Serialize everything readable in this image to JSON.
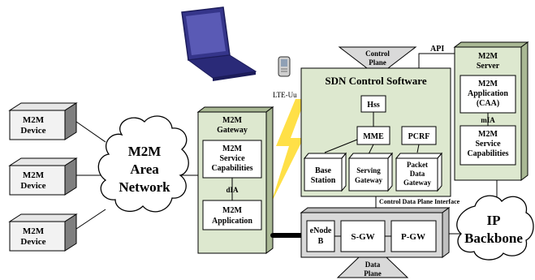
{
  "devices": [
    {
      "line1": "M2M",
      "line2": "Device"
    },
    {
      "line1": "M2M",
      "line2": "Device"
    },
    {
      "line1": "M2M",
      "line2": "Device"
    }
  ],
  "area_network": {
    "line1": "M2M",
    "line2": "Area",
    "line3": "Network"
  },
  "gateway": {
    "title1": "M2M",
    "title2": "Gateway",
    "service_caps": {
      "line1": "M2M",
      "line2": "Service",
      "line3": "Capabilities"
    },
    "interface": "dIA",
    "application": {
      "line1": "M2M",
      "line2": "Application"
    }
  },
  "radio_link": "LTE-Uu",
  "control_plane": {
    "line1": "Control",
    "line2": "Plane"
  },
  "sdn": {
    "title": "SDN Control Software",
    "hss": "Hss",
    "mme": "MME",
    "pcrf": "PCRF",
    "base_station": {
      "line1": "Base",
      "line2": "Station"
    },
    "serving_gateway": {
      "line1": "Serving",
      "line2": "Gateway"
    },
    "pdn_gateway": {
      "line1": "Packet",
      "line2": "Data",
      "line3": "Gateway"
    }
  },
  "api_label": "API",
  "server": {
    "title1": "M2M",
    "title2": "Server",
    "application": {
      "line1": "M2M",
      "line2": "Application",
      "line3": "(CAA)"
    },
    "interface": "mIA",
    "service_caps": {
      "line1": "M2M",
      "line2": "Service",
      "line3": "Capabilities"
    }
  },
  "cdpi_label": "Control Data Plane Interface",
  "data_plane_elements": {
    "enodeb": {
      "line1": "eNode",
      "line2": "B"
    },
    "sgw": "S-GW",
    "pgw": "P-GW"
  },
  "data_plane": {
    "line1": "Data",
    "line2": "Plane"
  },
  "ip_backbone": {
    "line1": "IP",
    "line2": "Backbone"
  },
  "colors": {
    "green_fill": "#dde8cf",
    "green_side": "#a9b894",
    "gray_fill": "#d9d9d9",
    "device_front": "#f2f2f2",
    "device_top": "#e6e6e6",
    "device_side": "#7f7f7f",
    "laptop": "#35358a",
    "lightning": "#ffdd33"
  }
}
